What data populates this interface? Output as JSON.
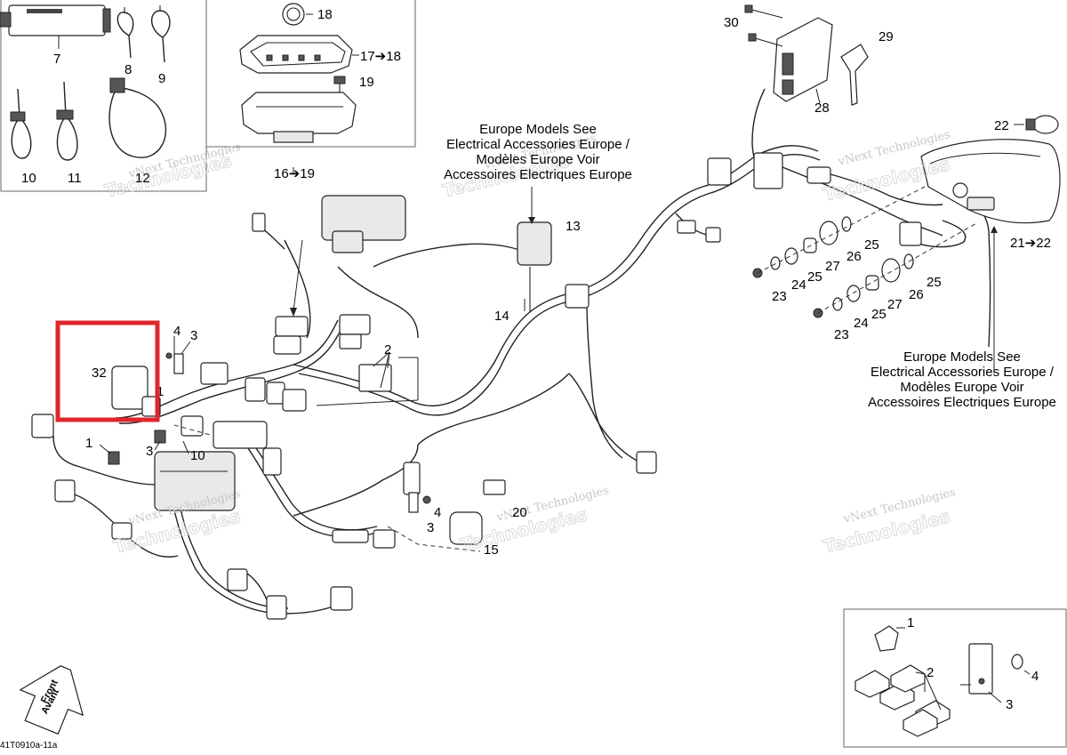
{
  "diagram": {
    "drawing_code": "41T0910a-11a",
    "front_arrow": {
      "line1": "Front",
      "line2": "Avant"
    },
    "notes": {
      "upper": [
        "Europe Models See",
        "Electrical Accessories Europe /",
        "Modèles Europe Voir",
        "Accessoires Electriques Europe"
      ],
      "lower": [
        "Europe Models See",
        "Electrical Accessories Europe /",
        "Modèles Europe Voir",
        "Accessoires Electriques Europe"
      ]
    },
    "watermark": {
      "line1": "vNext Technologies",
      "line2": "Technologies"
    },
    "highlighted_part": "32",
    "callouts": {
      "c7": "7",
      "c8": "8",
      "c9": "9",
      "c10a": "10",
      "c11": "11",
      "c12": "12",
      "c18": "18",
      "c17_18": "17➔18",
      "c19": "19",
      "c16_19": "16➔19",
      "c30": "30",
      "c29": "29",
      "c28": "28",
      "c22": "22",
      "c21_22": "21➔22",
      "c13": "13",
      "c14": "14",
      "c25a": "25",
      "c26a": "26",
      "c27a": "27",
      "c25b": "25",
      "c24a": "24",
      "c23a": "23",
      "c25c": "25",
      "c26b": "26",
      "c27b": "27",
      "c25d": "25",
      "c24b": "24",
      "c23b": "23",
      "c4a": "4",
      "c3a": "3",
      "c32": "32",
      "c1a": "1",
      "c2a": "2",
      "c1b": "1",
      "c3b": "3",
      "c10b": "10",
      "c4b": "4",
      "c3c": "3",
      "c20": "20",
      "c15": "15",
      "c1c": "1",
      "c2b": "2",
      "c4c": "4",
      "c3d": "3"
    }
  }
}
